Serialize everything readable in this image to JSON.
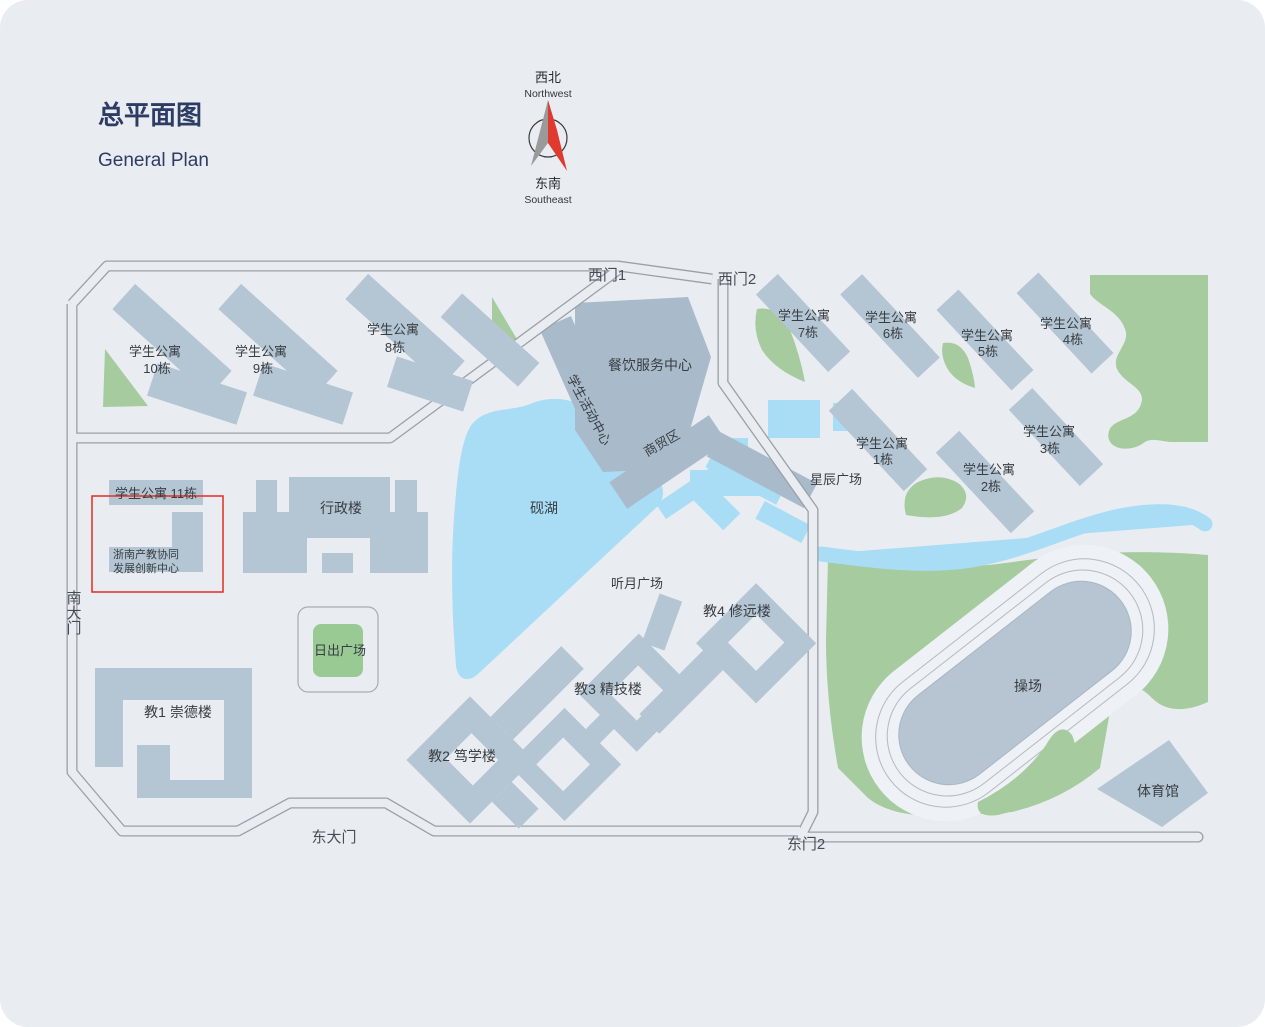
{
  "title": {
    "cn": "总平面图",
    "en": "General Plan"
  },
  "compass": {
    "nw_cn": "西北",
    "nw_en": "Northwest",
    "se_cn": "东南",
    "se_en": "Southeast"
  },
  "gates": {
    "west1": "西门1",
    "west2": "西门2",
    "south": "南大门",
    "east_main": "东大门",
    "east2": "东门2"
  },
  "map": {
    "apt10": [
      "学生公寓",
      "10栋"
    ],
    "apt9": [
      "学生公寓",
      "9栋"
    ],
    "apt8": [
      "学生公寓",
      "8栋"
    ],
    "apt7": [
      "学生公寓",
      "7栋"
    ],
    "apt6": [
      "学生公寓",
      "6栋"
    ],
    "apt5": [
      "学生公寓",
      "5栋"
    ],
    "apt4": [
      "学生公寓",
      "4栋"
    ],
    "apt3": [
      "学生公寓",
      "3栋"
    ],
    "apt2": [
      "学生公寓",
      "2栋"
    ],
    "apt1": [
      "学生公寓",
      "1栋"
    ],
    "apt11": "学生公寓 11栋",
    "innovation": [
      "浙南产教协同",
      "发展创新中心"
    ],
    "canteen": "餐饮服务中心",
    "activity_center": "学生活动中心",
    "trade_zone": "商贸区",
    "admin": "行政楼",
    "lake": "砚湖",
    "star_plaza": "星辰广场",
    "moon_plaza": "听月广场",
    "sun_plaza": "日出广场",
    "b1": "教1  崇德楼",
    "b2": "教2  笃学楼",
    "b3": "教3  精技楼",
    "b4": "教4  修远楼",
    "playground": "操场",
    "gym": "体育馆"
  },
  "colors": {
    "background": "#e9edf2",
    "building": "#b4c5d3",
    "building_dark": "#a9bbca",
    "green": "#a5cb9e",
    "green_bright": "#99ca94",
    "water": "#a9ddf5",
    "road_line": "#99a0a7",
    "highlight_red": "#e6382c",
    "compass_red": "#e03a2f",
    "compass_gray": "#9a9a9a",
    "title_navy": "#2d3c64"
  }
}
